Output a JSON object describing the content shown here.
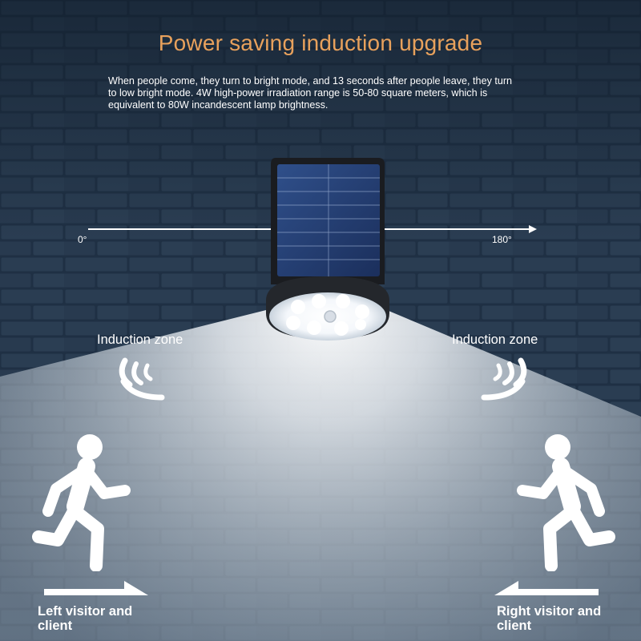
{
  "title": "Power saving induction upgrade",
  "description": "When people come, they turn to bright mode, and 13 seconds after people leave, they turn to low bright mode. 4W high-power irradiation range is 50-80 square meters, which is equivalent to 80W incandescent lamp brightness.",
  "angles": {
    "left": "0°",
    "right": "180°"
  },
  "zones": {
    "left": "Induction zone",
    "right": "Induction zone"
  },
  "visitors": {
    "left": "Left visitor and client",
    "right": "Right visitor and client"
  },
  "colors": {
    "title": "#e8a15c",
    "wall": "#1e2f42",
    "light": "#e9eef3"
  },
  "icons": {
    "sensor": "motion-wave-icon",
    "person": "running-person-icon",
    "arrow": "direction-arrow-icon"
  }
}
